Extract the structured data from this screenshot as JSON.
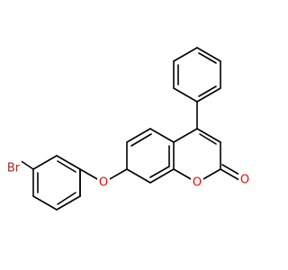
{
  "colors": {
    "background": "#ffffff",
    "bond": "#000000",
    "bromine": "#a52a2a",
    "oxygen": "#ff0000"
  },
  "atoms": {
    "br": "Br",
    "ether_o": "O",
    "ring_o": "O",
    "carbonyl_o": "O"
  }
}
